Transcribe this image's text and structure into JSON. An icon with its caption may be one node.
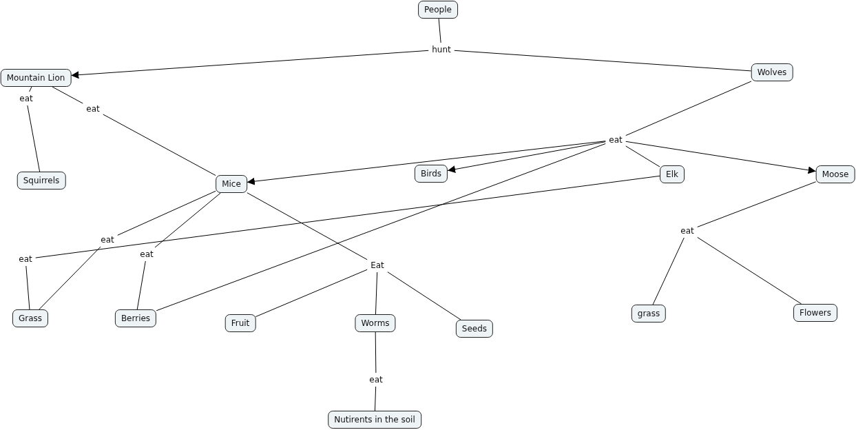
{
  "diagram": {
    "nodes": [
      {
        "text": [
          "People"
        ]
      },
      {
        "text": [
          "hunt"
        ]
      },
      {
        "text": [
          "Mountain Lion"
        ]
      },
      {
        "text": [
          "Wolves"
        ]
      },
      {
        "text": [
          "eat"
        ]
      },
      {
        "text": [
          "Squirrels"
        ]
      },
      {
        "text": [
          "eat"
        ]
      },
      {
        "text": [
          "Mice"
        ]
      },
      {
        "text": [
          "eat"
        ]
      },
      {
        "text": [
          "Birds"
        ]
      },
      {
        "text": [
          "Elk"
        ]
      },
      {
        "text": [
          "Moose"
        ]
      },
      {
        "text": [
          "eat"
        ]
      },
      {
        "text": [
          "eat"
        ]
      },
      {
        "text": [
          "eat"
        ]
      },
      {
        "text": [
          "Grass"
        ]
      },
      {
        "text": [
          "Berries"
        ]
      },
      {
        "text": [
          "Eat"
        ]
      },
      {
        "text": [
          "Fruit"
        ]
      },
      {
        "text": [
          "Worms"
        ]
      },
      {
        "text": [
          "Seeds"
        ]
      },
      {
        "text": [
          "eat"
        ]
      },
      {
        "text": [
          "Nutirents in the soil"
        ]
      },
      {
        "text": [
          "eat"
        ]
      },
      {
        "text": [
          "grass"
        ]
      },
      {
        "text": [
          "Flowers"
        ]
      }
    ],
    "edges": [
      {
        "from": 0,
        "to": 1,
        "arrow": "none"
      },
      {
        "from": 1,
        "to": 2,
        "arrow": "to"
      },
      {
        "from": 3,
        "to": 1,
        "arrow": "none"
      },
      {
        "from": 2,
        "to": 4,
        "arrow": "none"
      },
      {
        "from": 4,
        "to": 5,
        "arrow": "none"
      },
      {
        "from": 2,
        "to": 6,
        "arrow": "none"
      },
      {
        "from": 6,
        "to": 7,
        "arrow": "none"
      },
      {
        "from": 3,
        "to": 8,
        "arrow": "none"
      },
      {
        "from": 8,
        "to": 7,
        "arrow": "to"
      },
      {
        "from": 8,
        "to": 9,
        "arrow": "to"
      },
      {
        "from": 8,
        "to": 10,
        "arrow": "none"
      },
      {
        "from": 8,
        "to": 11,
        "arrow": "to"
      },
      {
        "from": 8,
        "to": 16,
        "arrow": "none"
      },
      {
        "from": 10,
        "to": 12,
        "arrow": "none"
      },
      {
        "from": 12,
        "to": 15,
        "arrow": "none"
      },
      {
        "from": 7,
        "to": 13,
        "arrow": "none"
      },
      {
        "from": 13,
        "to": 15,
        "arrow": "none"
      },
      {
        "from": 7,
        "to": 14,
        "arrow": "none"
      },
      {
        "from": 14,
        "to": 16,
        "arrow": "none"
      },
      {
        "from": 7,
        "to": 17,
        "arrow": "none"
      },
      {
        "from": 17,
        "to": 18,
        "arrow": "none"
      },
      {
        "from": 17,
        "to": 19,
        "arrow": "none"
      },
      {
        "from": 17,
        "to": 20,
        "arrow": "none"
      },
      {
        "from": 19,
        "to": 21,
        "arrow": "none"
      },
      {
        "from": 21,
        "to": 22,
        "arrow": "none"
      },
      {
        "from": 11,
        "to": 23,
        "arrow": "none"
      },
      {
        "from": 23,
        "to": 24,
        "arrow": "none"
      },
      {
        "from": 23,
        "to": 25,
        "arrow": "none"
      }
    ]
  }
}
